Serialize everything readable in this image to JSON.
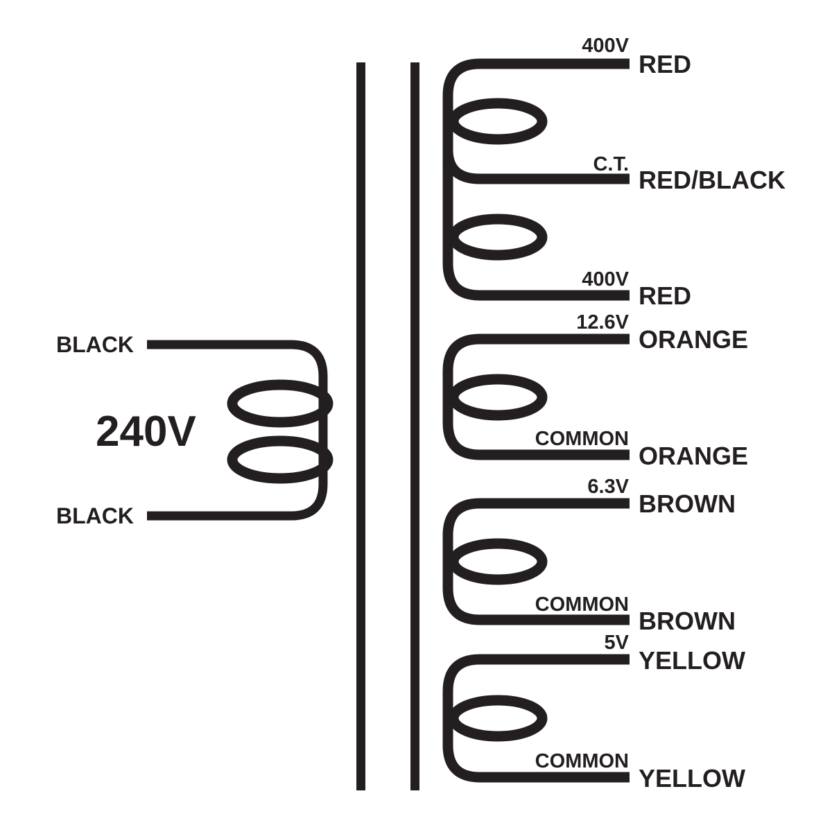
{
  "colors": {
    "ink": "#231f20",
    "background": "#ffffff"
  },
  "primary": {
    "voltage": "240V",
    "top_lead": "BLACK",
    "bottom_lead": "BLACK"
  },
  "secondary_leads": [
    {
      "tap": "400V",
      "color": "RED"
    },
    {
      "tap": "C.T.",
      "color": "RED/BLACK"
    },
    {
      "tap": "400V",
      "color": "RED"
    },
    {
      "tap": "12.6V",
      "color": "ORANGE"
    },
    {
      "tap": "COMMON",
      "color": "ORANGE"
    },
    {
      "tap": "6.3V",
      "color": "BROWN"
    },
    {
      "tap": "COMMON",
      "color": "BROWN"
    },
    {
      "tap": "5V",
      "color": "YELLOW"
    },
    {
      "tap": "COMMON",
      "color": "YELLOW"
    }
  ]
}
